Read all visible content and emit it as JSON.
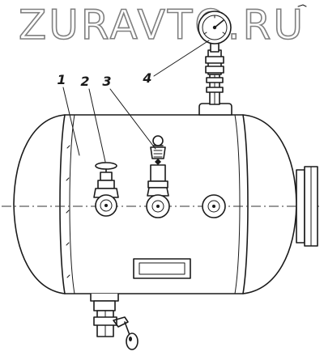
{
  "watermark": {
    "text": "ZURAVTO.RU"
  },
  "callouts": {
    "c1": {
      "label": "1"
    },
    "c2": {
      "label": "2"
    },
    "c3": {
      "label": "3"
    },
    "c4": {
      "label": "4"
    }
  },
  "colors": {
    "ink": "#1a1a1a",
    "watermark_outline": "#7f7f7f",
    "background": "#ffffff"
  }
}
